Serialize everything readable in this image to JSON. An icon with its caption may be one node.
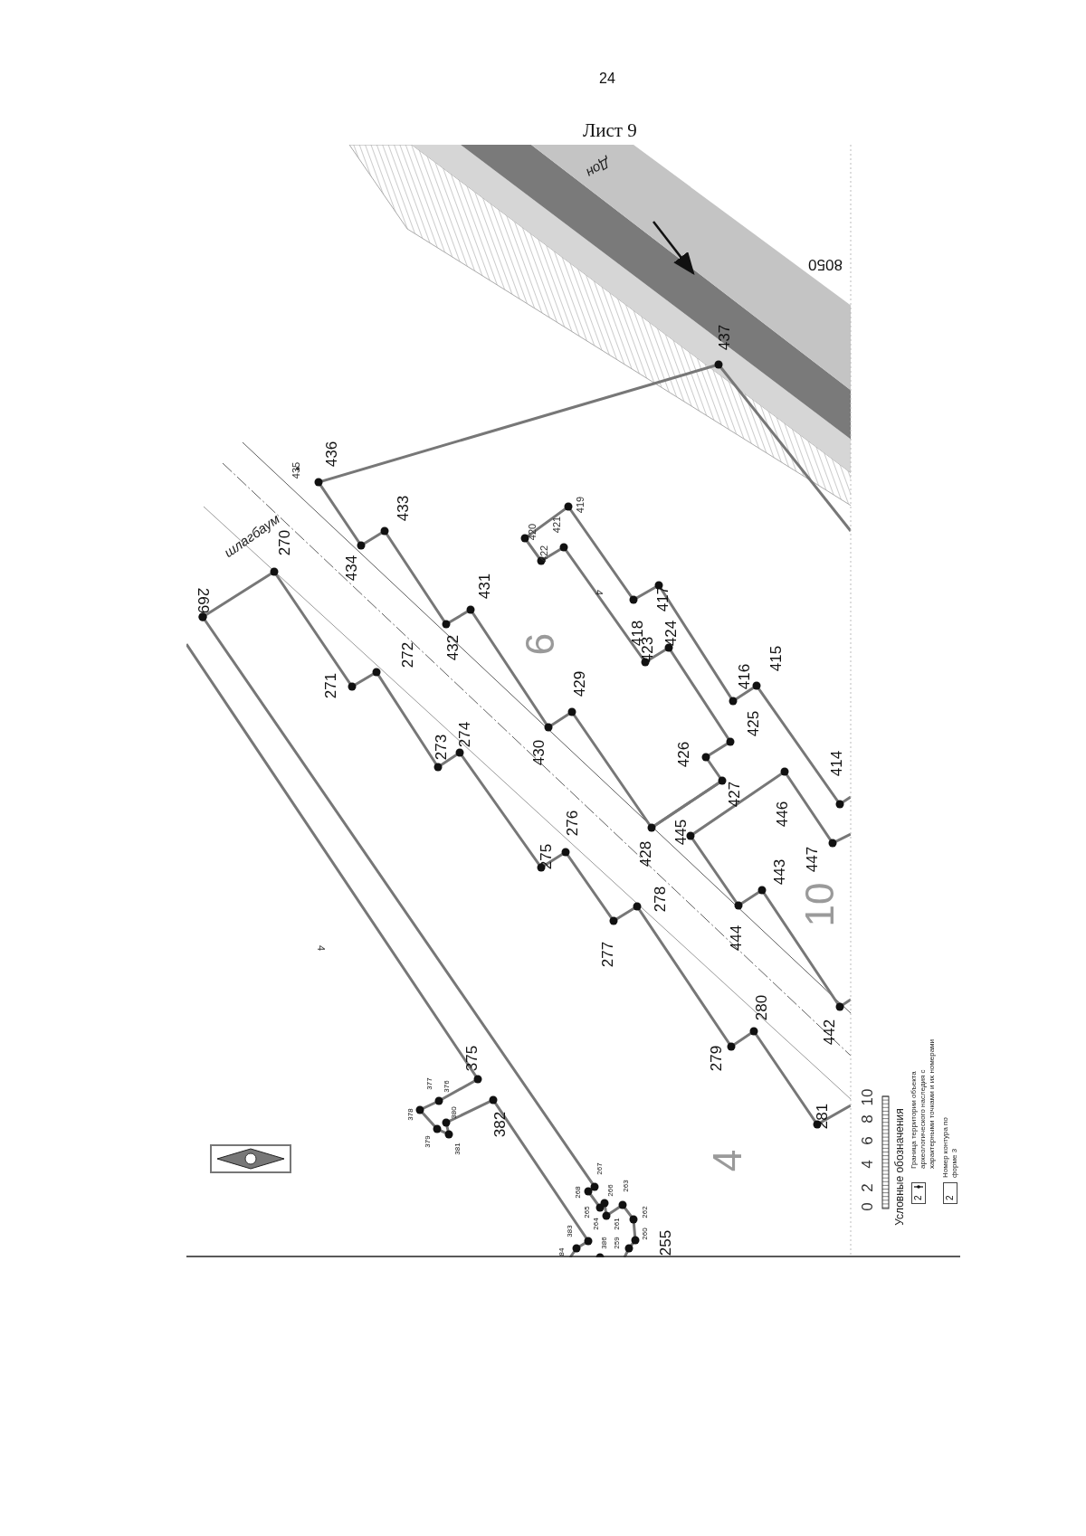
{
  "diagram": {
    "title": "Лист 9",
    "labels": [
      "24",
      "Дон",
      "8050",
      "437",
      "435",
      "436",
      "шлагбаум",
      "433",
      "434",
      "270",
      "269",
      "431",
      "432",
      "420",
      "422",
      "421",
      "419",
      "4",
      "418",
      "417",
      "423",
      "424",
      "9",
      "416",
      "415",
      "271",
      "272",
      "429",
      "273",
      "274",
      "430",
      "426",
      "425",
      "414",
      "427",
      "446",
      "445",
      "275",
      "276",
      "428",
      "447",
      "443",
      "10",
      "278",
      "277",
      "444",
      "4",
      "280",
      "442",
      "375",
      "279",
      "377",
      "376",
      "378",
      "380",
      "379",
      "381",
      "382",
      "281",
      "267",
      "4",
      "268",
      "266",
      "263",
      "265",
      "262",
      "264",
      "261",
      "383",
      "260",
      "84",
      "386",
      "259",
      "255",
      "0",
      "2",
      "4",
      "6",
      "8",
      "10",
      "Условные обозначения",
      "2",
      "2"
    ],
    "legend": [
      {
        "text": "Граница территории объекта археологического наследия с характерными точками и их номерами"
      },
      {
        "text": "Номер контура по форме 3"
      }
    ]
  }
}
